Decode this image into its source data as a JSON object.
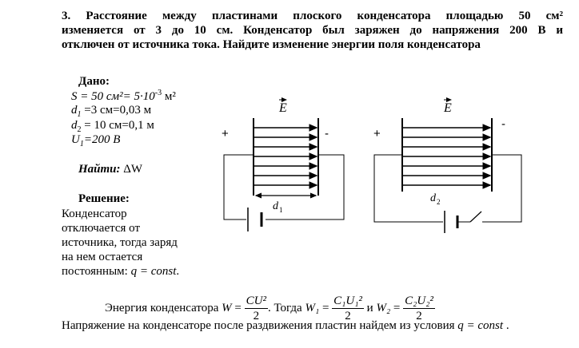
{
  "problem": {
    "line1": "3. Расстояние между пластинами плоского конденсатора площадью 50 см²",
    "line2": "изменяется от 3 до 10 см. Конденсатор был заряжен до напряжения 200 В и",
    "line3": "отключен от источника тока. Найдите изменение энергии поля конденсатора"
  },
  "given": {
    "heading": "Дано:",
    "s_line": "S = 50 см²= 5·10",
    "s_exp": "-3",
    "s_unit": " м²",
    "d1_sym": "d",
    "d1_sub": "1",
    "d1_rest": " =3 см=0,03 м",
    "d2_sym": "d",
    "d2_sub": "2",
    "d2_rest": " = 10 см=0,1 м",
    "u1_sym": "U",
    "u1_sub": "1",
    "u1_rest": "=200 В"
  },
  "find": {
    "label": "Найти:",
    "value": " ΔW"
  },
  "solution": {
    "heading": "Решение:",
    "lines": [
      "Конденсатор",
      "отключается от",
      "источника, тогда заряд",
      "на нем остается",
      "постоянным:"
    ],
    "const_eq": "q = const",
    "const_end": "."
  },
  "energy": {
    "lead": "Энергия конденсатора ",
    "w": "W",
    "eq": " = ",
    "num": "CU²",
    "den": "2",
    "mid": ". Тогда ",
    "w1": "W₁",
    "num1": "C₁U₁²",
    "and": " и ",
    "w2": "W₂",
    "num2": "C₂U₂²"
  },
  "voltage": {
    "text": "Напряжение на конденсаторе после раздвижения пластин найдем из условия ",
    "cond": "q = const",
    "end": " ."
  },
  "diagram": {
    "field_label": "E",
    "plus": "+",
    "minus": "-",
    "d1": "d",
    "d1_sub": "1",
    "d2": "d",
    "d2_sub": "2"
  }
}
